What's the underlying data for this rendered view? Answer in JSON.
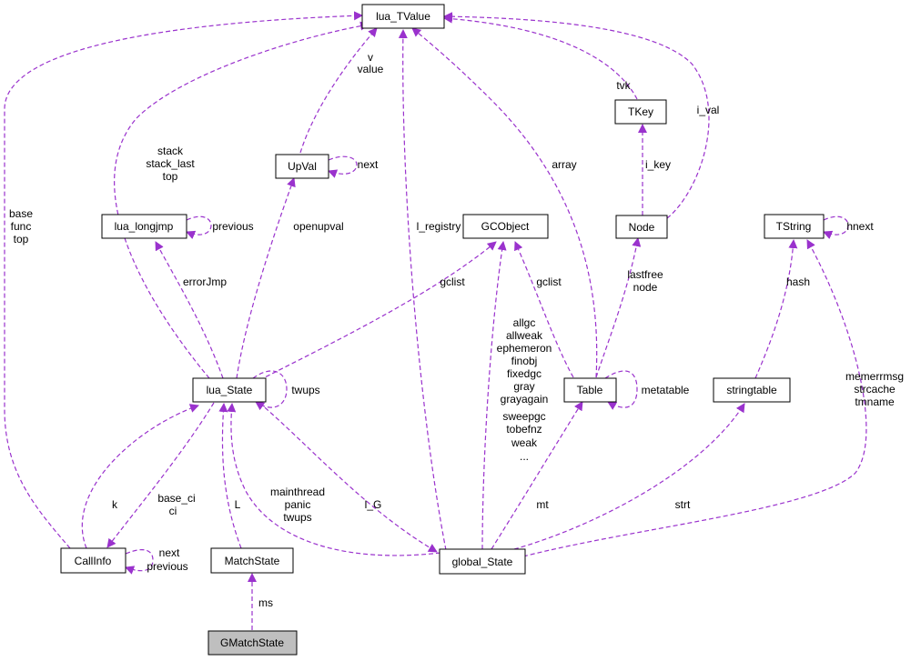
{
  "colors": {
    "edge": "#9a32cd",
    "node_border": "#000000",
    "highlight_fill": "#bfbfbf"
  },
  "nodes": {
    "lua_tvalue": "lua_TValue",
    "tkey": "TKey",
    "upval": "UpVal",
    "lua_longjmp": "lua_longjmp",
    "gcobject": "GCObject",
    "node": "Node",
    "tstring": "TString",
    "lua_state": "lua_State",
    "table": "Table",
    "stringtable": "stringtable",
    "callinfo": "CallInfo",
    "matchstate": "MatchState",
    "global_state": "global_State",
    "gmatchstate": "GMatchState"
  },
  "edge_labels": {
    "v": "v",
    "value": "value",
    "tvk": "tvk",
    "i_val": "i_val",
    "stack": "stack",
    "stack_last": "stack_last",
    "top_ls": "top",
    "next_upval": "next",
    "array": "array",
    "i_key": "i_key",
    "base": "base",
    "func": "func",
    "top_ci": "top",
    "previous_lj": "previous",
    "l_registry": "l_registry",
    "hnext": "hnext",
    "openupval": "openupval",
    "errorjmp": "errorJmp",
    "gclist_ls": "gclist",
    "gclist_t": "gclist",
    "lastfree": "lastfree",
    "node_lbl": "node",
    "hash": "hash",
    "allgc": "allgc",
    "allweak": "allweak",
    "ephemeron": "ephemeron",
    "finobj": "finobj",
    "fixedgc": "fixedgc",
    "gray": "gray",
    "grayagain": "grayagain",
    "sweepgc": "sweepgc",
    "tobefnz": "tobefnz",
    "weak": "weak",
    "ellipsis": "...",
    "twups": "twups",
    "metatable": "metatable",
    "memerrmsg": "memerrmsg",
    "strcache": "strcache",
    "tmname": "tmname",
    "k": "k",
    "base_ci": "base_ci",
    "ci": "ci",
    "L": "L",
    "mainthread": "mainthread",
    "panic": "panic",
    "twups_gs": "twups",
    "l_G": "l_G",
    "mt": "mt",
    "strt": "strt",
    "next_ci": "next",
    "previous_ci": "previous",
    "ms": "ms"
  }
}
